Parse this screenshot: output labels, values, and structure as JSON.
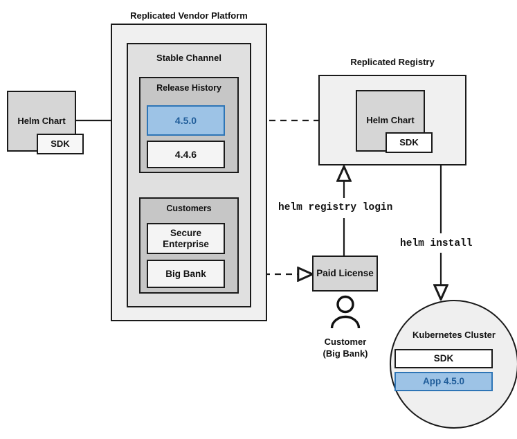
{
  "diagram": {
    "title": "Replicated Vendor Platform release distribution flow",
    "colors": {
      "highlight_fill": "#9dc3e6",
      "highlight_border": "#2e75b6",
      "highlight_text": "#1f5c99",
      "outer_fill": "#f0f0f0",
      "channel_fill": "#e0e0e0",
      "section_fill": "#c6c6c6",
      "item_fill": "#f4f4f4",
      "chart_fill": "#d6d6d6",
      "stroke": "#1a1a1a"
    }
  },
  "source_chart": {
    "title": "Helm Chart",
    "sdk": "SDK"
  },
  "vendor_platform": {
    "title": "Replicated Vendor Platform",
    "channel": {
      "title": "Stable Channel",
      "release_history": {
        "title": "Release History",
        "releases": [
          {
            "version": "4.5.0",
            "highlighted": true
          },
          {
            "version": "4.4.6",
            "highlighted": false
          }
        ]
      },
      "customers": {
        "title": "Customers",
        "entries": [
          {
            "name": "Secure Enterprise"
          },
          {
            "name": "Big Bank"
          }
        ]
      }
    }
  },
  "registry": {
    "title": "Replicated Registry",
    "chart": {
      "title": "Helm Chart",
      "sdk": "SDK"
    }
  },
  "license": {
    "title": "Paid License"
  },
  "customer_actor": {
    "icon": "person-icon",
    "line1": "Customer",
    "line2": "(Big Bank)"
  },
  "commands": {
    "login": "helm registry login",
    "install": "helm install"
  },
  "cluster": {
    "title": "Kubernetes Cluster",
    "components": [
      {
        "label": "SDK",
        "highlighted": false
      },
      {
        "label": "App 4.5.0",
        "highlighted": true
      }
    ]
  }
}
